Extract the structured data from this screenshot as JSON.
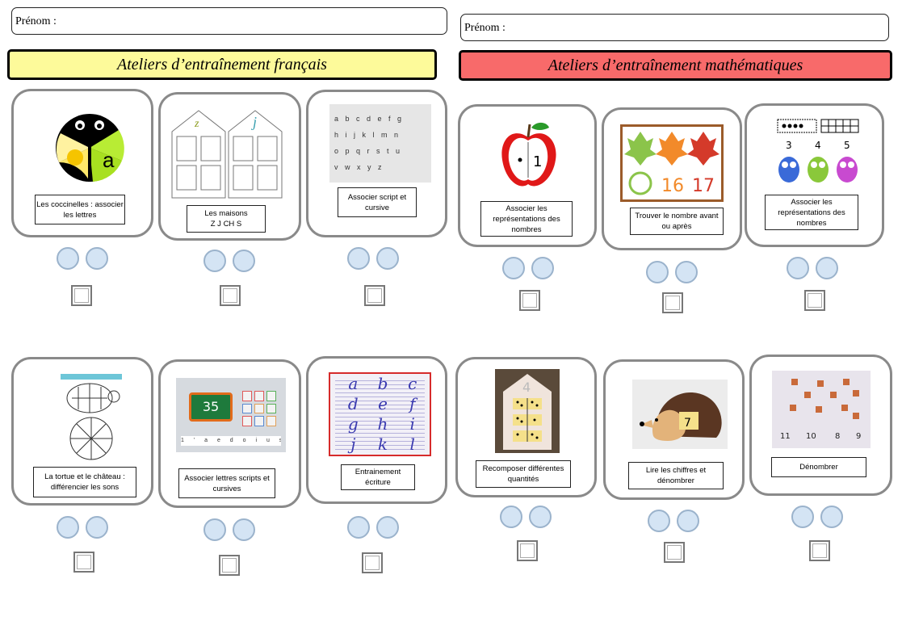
{
  "left": {
    "prenom_label": "Prénom :",
    "banner_title": "Ateliers d’entraînement français",
    "banner_color": "#fdfa9a",
    "ateliers": [
      {
        "caption": "Les coccinelles : associer les lettres",
        "icon": "ladybug-icon"
      },
      {
        "caption": "Les maisons\nZ J CH S",
        "icon": "houses-icon"
      },
      {
        "caption": "Associer script et cursive",
        "icon": "alphabet-photo-icon"
      },
      {
        "caption": "La tortue et le château : différencier les sons",
        "icon": "turtle-icon"
      },
      {
        "caption": "Associer lettres scripts et cursives",
        "icon": "tablet-letters-icon"
      },
      {
        "caption": "Entrainement écriture",
        "icon": "cursive-writing-icon"
      }
    ]
  },
  "right": {
    "prenom_label": "Prénom :",
    "banner_title": "Ateliers d’entraînement mathématiques",
    "banner_color": "#f86a6a",
    "ateliers": [
      {
        "caption": "Associer les représentations des nombres",
        "icon": "apple-icon"
      },
      {
        "caption": "Trouver le nombre avant ou après",
        "icon": "leaves-icon"
      },
      {
        "caption": "Associer les représentations des nombres",
        "icon": "owls-icon"
      },
      {
        "caption": "Recomposer différentes quantités",
        "icon": "dice-house-icon"
      },
      {
        "caption": "Lire les chiffres et dénombrer",
        "icon": "hedgehog-icon"
      },
      {
        "caption": "Dénombrer",
        "icon": "counting-photo-icon"
      }
    ]
  },
  "pictures": {
    "ladybug_letter": "a",
    "houses_letters": [
      "z",
      "j"
    ],
    "alphabet_letters": [
      "a b c d e f g",
      "h i j k l m n",
      "o p q r s t u",
      "v w x y z"
    ],
    "tablet_number": "35",
    "tablet_row": "1 ' a e d o i u s",
    "cursive_letters": [
      "a",
      "b",
      "c",
      "d",
      "e",
      "f",
      "g",
      "h",
      "i",
      "j",
      "k",
      "l"
    ],
    "apple_number": "1",
    "leaves_numbers": [
      "16",
      "17"
    ],
    "owl_numbers": [
      "3",
      "4",
      "5"
    ],
    "dice_house_number": "4",
    "hedgehog_number": "7",
    "counting_numbers": [
      "11",
      "10",
      "8",
      "9"
    ]
  }
}
